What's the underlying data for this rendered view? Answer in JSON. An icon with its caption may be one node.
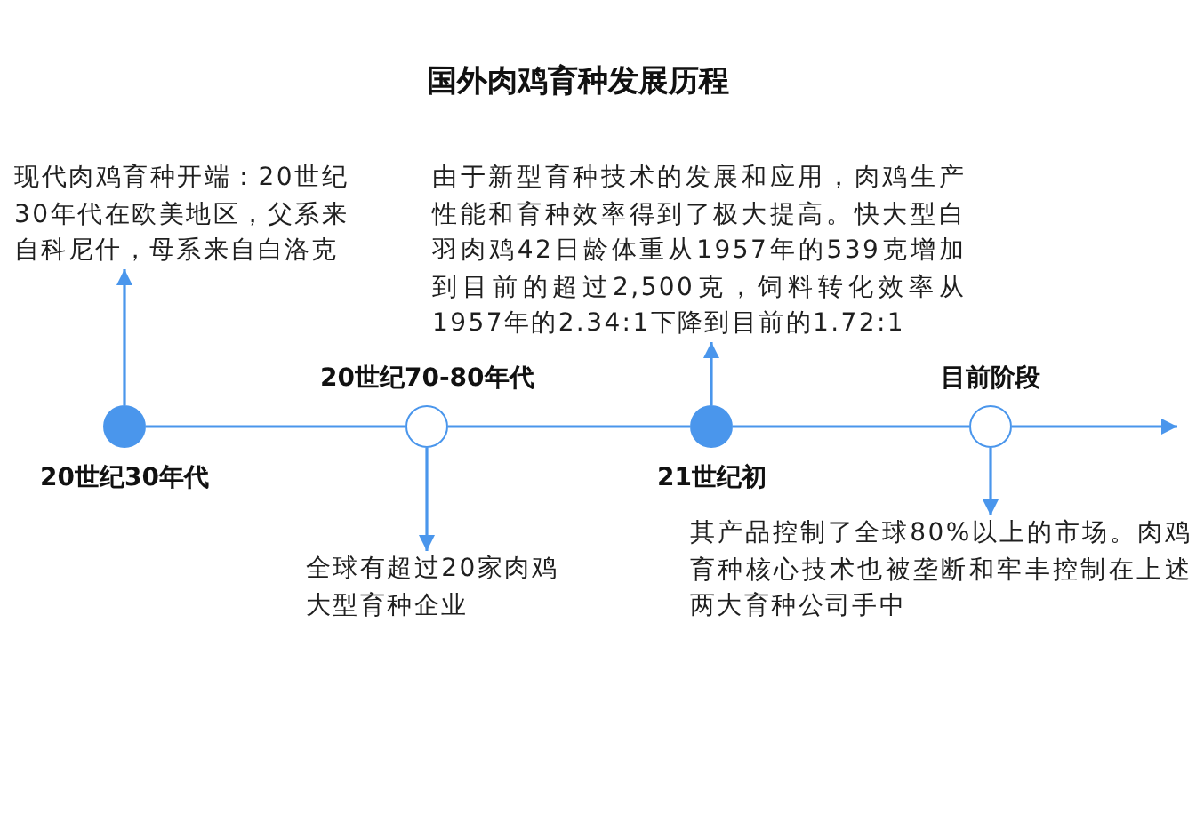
{
  "diagram": {
    "title": "国外肉鸡育种发展历程",
    "nodes": [
      {
        "text": [
          "现代肉鸡育种开端：20世纪30年代在欧美地区，父系来自科尼什，母系来自白洛克"
        ]
      },
      {
        "text": [
          "由于新型育种技术的发展和应用，肉鸡生产性能和育种效率得到了极大提高。快大型白羽肉鸡42日龄体重从1957年的539克增加到目前的超过2,500克，饲料转化效率从1957年的2.34:1下降到目前的1.72:1"
        ]
      },
      {
        "text": [],
        "shape": "circle",
        "beside": [
          "20世纪30年代"
        ]
      },
      {
        "text": [],
        "shape": "circle",
        "beside": [
          "20世纪70-80年代"
        ]
      },
      {
        "text": [],
        "shape": "circle",
        "beside": [
          "21世纪初"
        ]
      },
      {
        "text": [],
        "shape": "circle",
        "beside": [
          "目前阶段"
        ]
      },
      {
        "text": [
          "全球有超过20家肉鸡大型育种企业"
        ]
      },
      {
        "text": [
          "其产品控制了全球80%以上的市场。肉鸡育种核心技术也被垄断和牢丰控制在上述两大育种公司手中"
        ]
      }
    ],
    "edges": [
      {
        "from": 2,
        "to": 3,
        "arrow": "none"
      },
      {
        "from": 3,
        "to": 4,
        "arrow": "none"
      },
      {
        "from": 4,
        "to": 5,
        "arrow": "none"
      },
      {
        "from": 5,
        "to": null,
        "arrow": "to"
      },
      {
        "from": 2,
        "to": 0,
        "arrow": "to"
      },
      {
        "from": 3,
        "to": 6,
        "arrow": "to"
      },
      {
        "from": 4,
        "to": 1,
        "arrow": "to"
      },
      {
        "from": 5,
        "to": 7,
        "arrow": "to"
      }
    ]
  }
}
